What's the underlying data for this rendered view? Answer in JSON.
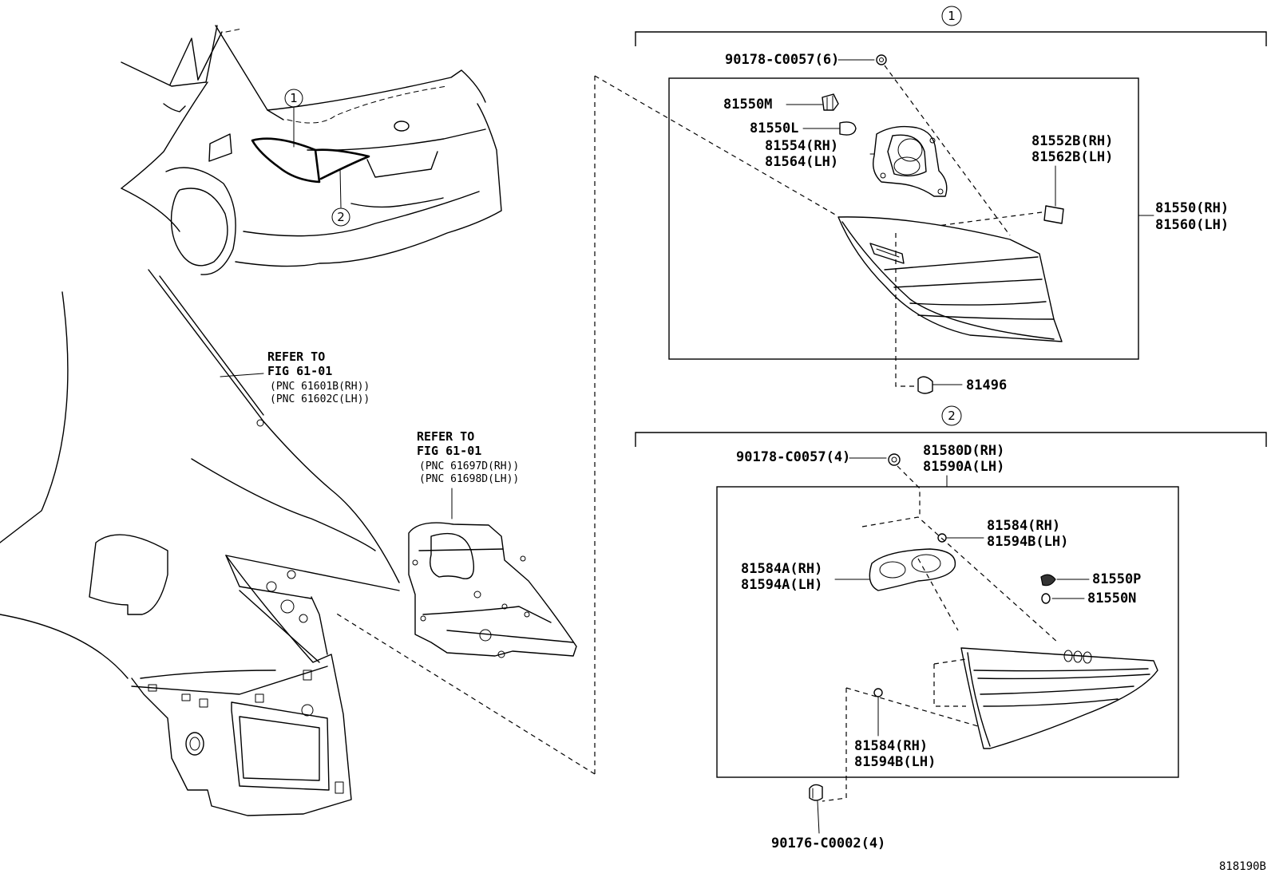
{
  "callouts": {
    "c1": "1",
    "c2": "2"
  },
  "group1": {
    "p_bolt": "90178-C0057(6)",
    "p_socket": "81550M",
    "p_bulb": "81550L",
    "p_gasket_rh": "81554(RH)",
    "p_gasket_lh": "81564(LH)",
    "p_pad_rh": "81552B(RH)",
    "p_pad_lh": "81562B(LH)",
    "p_lamp_rh": "81550(RH)",
    "p_lamp_lh": "81560(LH)",
    "p_clip": "81496"
  },
  "group2": {
    "p_bolt": "90178-C0057(4)",
    "p_lamp_rh": "81580D(RH)",
    "p_lamp_lh": "81590A(LH)",
    "p_cush_rh": "81584(RH)",
    "p_cush_lh": "81594B(LH)",
    "p_gasket_rh": "81584A(RH)",
    "p_gasket_lh": "81594A(LH)",
    "p_socket": "81550P",
    "p_bulb": "81550N",
    "p_cush2_rh": "81584(RH)",
    "p_cush2_lh": "81594B(LH)",
    "p_nut": "90176-C0002(4)"
  },
  "refs": {
    "r1_l1": "REFER TO",
    "r1_l2": "FIG 61-01",
    "r1_l3": "(PNC 61601B(RH))",
    "r1_l4": "(PNC 61602C(LH))",
    "r2_l1": "REFER TO",
    "r2_l2": "FIG 61-01",
    "r2_l3": "(PNC 61697D(RH))",
    "r2_l4": "(PNC 61698D(LH))"
  },
  "figure_code": "818190B"
}
